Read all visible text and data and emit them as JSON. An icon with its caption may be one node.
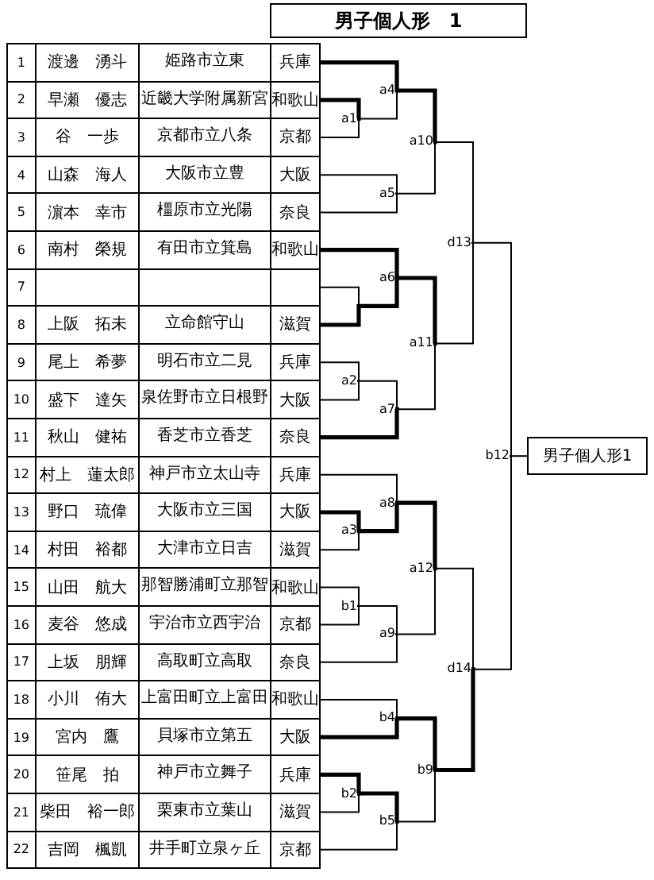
{
  "diagram": {
    "title": "男子個人形　1",
    "nodes": [
      {
        "text": [
          "1",
          "渡邊　湧斗",
          "姫路市立東",
          "兵庫"
        ]
      },
      {
        "text": [
          "2",
          "早瀬　優志",
          "近畿大学附属新宮",
          "和歌山"
        ]
      },
      {
        "text": [
          "3",
          "谷　一歩",
          "京都市立八条",
          "京都"
        ]
      },
      {
        "text": [
          "4",
          "山森　海人",
          "大阪市立豊",
          "大阪"
        ]
      },
      {
        "text": [
          "5",
          "濵本　幸市",
          "橿原市立光陽",
          "奈良"
        ]
      },
      {
        "text": [
          "6",
          "南村　榮規",
          "有田市立箕島",
          "和歌山"
        ]
      },
      {
        "text": [
          "7"
        ]
      },
      {
        "text": [
          "8",
          "上阪　拓未",
          "立命館守山",
          "滋賀"
        ]
      },
      {
        "text": [
          "9",
          "尾上　希夢",
          "明石市立二見",
          "兵庫"
        ]
      },
      {
        "text": [
          "10",
          "盛下　達矢",
          "泉佐野市立日根野",
          "大阪"
        ]
      },
      {
        "text": [
          "11",
          "秋山　健祐",
          "香芝市立香芝",
          "奈良"
        ]
      },
      {
        "text": [
          "12",
          "村上　蓮太郎",
          "神戸市立太山寺",
          "兵庫"
        ]
      },
      {
        "text": [
          "13",
          "野口　琉偉",
          "大阪市立三国",
          "大阪"
        ]
      },
      {
        "text": [
          "14",
          "村田　裕都",
          "大津市立日吉",
          "滋賀"
        ]
      },
      {
        "text": [
          "15",
          "山田　航大",
          "那智勝浦町立那智",
          "和歌山"
        ]
      },
      {
        "text": [
          "16",
          "麦谷　悠成",
          "宇治市立西宇治",
          "京都"
        ]
      },
      {
        "text": [
          "17",
          "上坂　朋輝",
          "高取町立高取",
          "奈良"
        ]
      },
      {
        "text": [
          "18",
          "小川　侑大",
          "上富田町立上富田",
          "和歌山"
        ]
      },
      {
        "text": [
          "19",
          "宮内　鷹",
          "貝塚市立第五",
          "大阪"
        ]
      },
      {
        "text": [
          "20",
          "笹尾　拍",
          "神戸市立舞子",
          "兵庫"
        ]
      },
      {
        "text": [
          "21",
          "柴田　裕一郎",
          "栗東市立葉山",
          "滋賀"
        ]
      },
      {
        "text": [
          "22",
          "吉岡　楓凱",
          "井手町立泉ヶ丘",
          "京都"
        ]
      },
      {
        "text": [
          "a1"
        ]
      },
      {
        "text": [
          "a2"
        ]
      },
      {
        "text": [
          "a3"
        ]
      },
      {
        "text": [
          "b1"
        ]
      },
      {
        "text": [
          "b2"
        ]
      },
      {
        "text": [
          "a4"
        ]
      },
      {
        "text": [
          "a5"
        ]
      },
      {
        "text": [
          "a6"
        ]
      },
      {
        "text": [
          "a7"
        ]
      },
      {
        "text": [
          "a8"
        ]
      },
      {
        "text": [
          "a9"
        ]
      },
      {
        "text": [
          "b4"
        ]
      },
      {
        "text": [
          "b5"
        ]
      },
      {
        "text": [
          "a10"
        ]
      },
      {
        "text": [
          "a11"
        ]
      },
      {
        "text": [
          "a12"
        ]
      },
      {
        "text": [
          "b9"
        ]
      },
      {
        "text": [
          "d13"
        ]
      },
      {
        "text": [
          "d14"
        ]
      },
      {
        "text": [
          "b12"
        ]
      },
      {
        "text": [
          "男子個人形1"
        ]
      }
    ],
    "edges": [
      {
        "from": 0,
        "to": 27,
        "arrow": "none",
        "style": "thick"
      },
      {
        "from": 1,
        "to": 22,
        "arrow": "none",
        "style": "thick"
      },
      {
        "from": 2,
        "to": 22,
        "arrow": "none"
      },
      {
        "from": 22,
        "to": 27,
        "arrow": "none"
      },
      {
        "from": 3,
        "to": 28,
        "arrow": "none"
      },
      {
        "from": 4,
        "to": 28,
        "arrow": "none"
      },
      {
        "from": 27,
        "to": 35,
        "arrow": "none",
        "style": "thick"
      },
      {
        "from": 28,
        "to": 35,
        "arrow": "none"
      },
      {
        "from": 5,
        "to": 29,
        "arrow": "none",
        "style": "thick"
      },
      {
        "from": 6,
        "to": 29,
        "arrow": "none"
      },
      {
        "from": 7,
        "to": 29,
        "arrow": "none",
        "style": "thick"
      },
      {
        "from": 8,
        "to": 23,
        "arrow": "none"
      },
      {
        "from": 9,
        "to": 23,
        "arrow": "none"
      },
      {
        "from": 23,
        "to": 30,
        "arrow": "none"
      },
      {
        "from": 10,
        "to": 30,
        "arrow": "none",
        "style": "thick"
      },
      {
        "from": 29,
        "to": 36,
        "arrow": "none",
        "style": "thick"
      },
      {
        "from": 30,
        "to": 36,
        "arrow": "none"
      },
      {
        "from": 35,
        "to": 39,
        "arrow": "none"
      },
      {
        "from": 36,
        "to": 39,
        "arrow": "none"
      },
      {
        "from": 11,
        "to": 31,
        "arrow": "none"
      },
      {
        "from": 12,
        "to": 24,
        "arrow": "none",
        "style": "thick"
      },
      {
        "from": 13,
        "to": 24,
        "arrow": "none"
      },
      {
        "from": 24,
        "to": 31,
        "arrow": "none",
        "style": "thick"
      },
      {
        "from": 31,
        "to": 37,
        "arrow": "none",
        "style": "thick"
      },
      {
        "from": 14,
        "to": 25,
        "arrow": "none"
      },
      {
        "from": 15,
        "to": 25,
        "arrow": "none"
      },
      {
        "from": 25,
        "to": 32,
        "arrow": "none"
      },
      {
        "from": 16,
        "to": 32,
        "arrow": "none"
      },
      {
        "from": 32,
        "to": 37,
        "arrow": "none"
      },
      {
        "from": 17,
        "to": 33,
        "arrow": "none"
      },
      {
        "from": 18,
        "to": 33,
        "arrow": "none",
        "style": "thick"
      },
      {
        "from": 33,
        "to": 38,
        "arrow": "none",
        "style": "thick"
      },
      {
        "from": 19,
        "to": 26,
        "arrow": "none",
        "style": "thick"
      },
      {
        "from": 20,
        "to": 26,
        "arrow": "none"
      },
      {
        "from": 26,
        "to": 34,
        "arrow": "none",
        "style": "thick"
      },
      {
        "from": 21,
        "to": 34,
        "arrow": "none"
      },
      {
        "from": 34,
        "to": 38,
        "arrow": "none"
      },
      {
        "from": 38,
        "to": 40,
        "arrow": "none",
        "style": "thick"
      },
      {
        "from": 37,
        "to": 40,
        "arrow": "none"
      },
      {
        "from": 39,
        "to": 41,
        "arrow": "none"
      },
      {
        "from": 40,
        "to": 41,
        "arrow": "none"
      },
      {
        "from": 41,
        "to": 42,
        "arrow": "none"
      }
    ]
  }
}
